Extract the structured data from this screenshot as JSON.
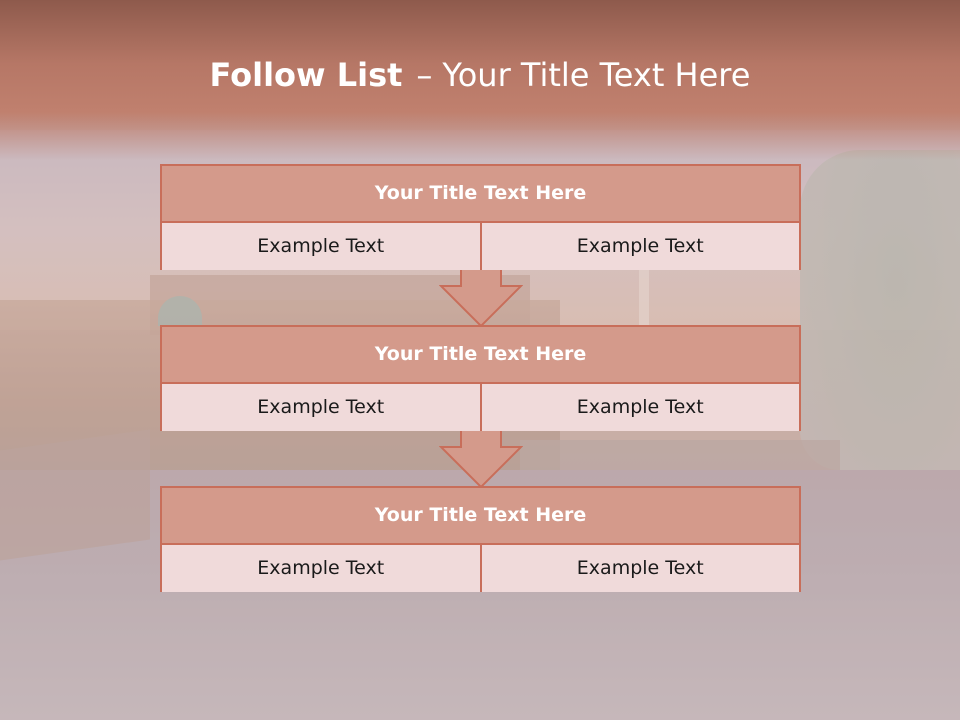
{
  "slide": {
    "title_bold": "Follow List",
    "title_separator": "–",
    "title_rest": "Your Title Text Here"
  },
  "blocks": [
    {
      "title": "Your Title Text Here",
      "left": "Example Text",
      "right": "Example Text"
    },
    {
      "title": "Your Title Text Here",
      "left": "Example Text",
      "right": "Example Text"
    },
    {
      "title": "Your Title Text Here",
      "left": "Example Text",
      "right": "Example Text"
    }
  ],
  "colors": {
    "header": "#b67766",
    "block_title_fill": "#d49a8b",
    "block_border": "#c86e5a",
    "block_cell_fill": "#f0dada"
  }
}
